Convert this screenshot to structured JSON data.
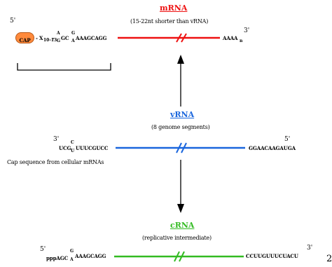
{
  "colors": {
    "mrna": "#ee1111",
    "vrna": "#1a66dd",
    "crna": "#33bb22",
    "cap": "#ff8a3c",
    "arrow": "#000000"
  },
  "mrna": {
    "title": "mRNA",
    "subtitle": "(15-22nt shorter than vRNA)",
    "prime_5": "5'",
    "cap_label": "CAP",
    "x_label": "X",
    "x_sub": "10-13",
    "stack_top": "A",
    "stack_bottom": "G",
    "seq_mid": "GC",
    "stack2_top": "G",
    "stack2_bottom": "A",
    "seq_left_tail": "AAAGCAGG",
    "poly_a": "AAAA",
    "poly_a_sub": "n",
    "prime_3": "3'"
  },
  "vrna": {
    "title": "vRNA",
    "subtitle": "(8 genome segments)",
    "prime_3": "3'",
    "seq_left_a": "UCG",
    "stack_top": "C",
    "stack_bottom": "U",
    "seq_left_b": "UUUCGUCC",
    "seq_right": "GGAACAAGAUGA",
    "prime_5": "5'",
    "note": "Cap sequence from cellular mRNAs"
  },
  "crna": {
    "title": "cRNA",
    "subtitle": "(replicative intermediate)",
    "prime_5": "5'",
    "seq_left_a": "pppAGC",
    "stack_top": "G",
    "stack_bottom": "A",
    "seq_left_b": "AAAGCAGG",
    "seq_right": "CCUUGUUUCUACU",
    "prime_3": "3'",
    "page_number": "2"
  }
}
